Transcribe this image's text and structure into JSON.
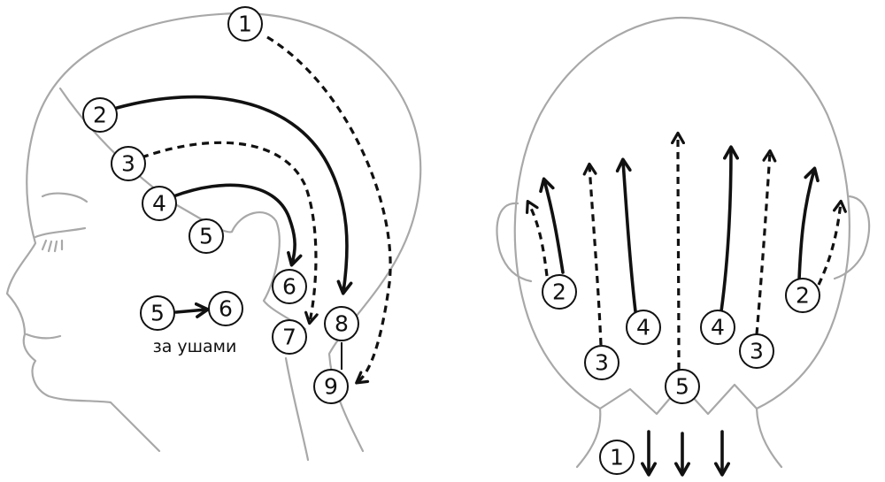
{
  "side_view": {
    "steps": [
      "1",
      "2",
      "3",
      "4",
      "5",
      "6",
      "7",
      "8",
      "9"
    ],
    "behind_ears": {
      "from": "5",
      "to": "6",
      "caption": "за ушами"
    }
  },
  "back_view": {
    "steps": [
      "1",
      "2",
      "2",
      "3",
      "3",
      "4",
      "4",
      "5"
    ]
  },
  "colors": {
    "outline": "#a8a8a8",
    "stroke": "#111111",
    "background": "#ffffff"
  }
}
